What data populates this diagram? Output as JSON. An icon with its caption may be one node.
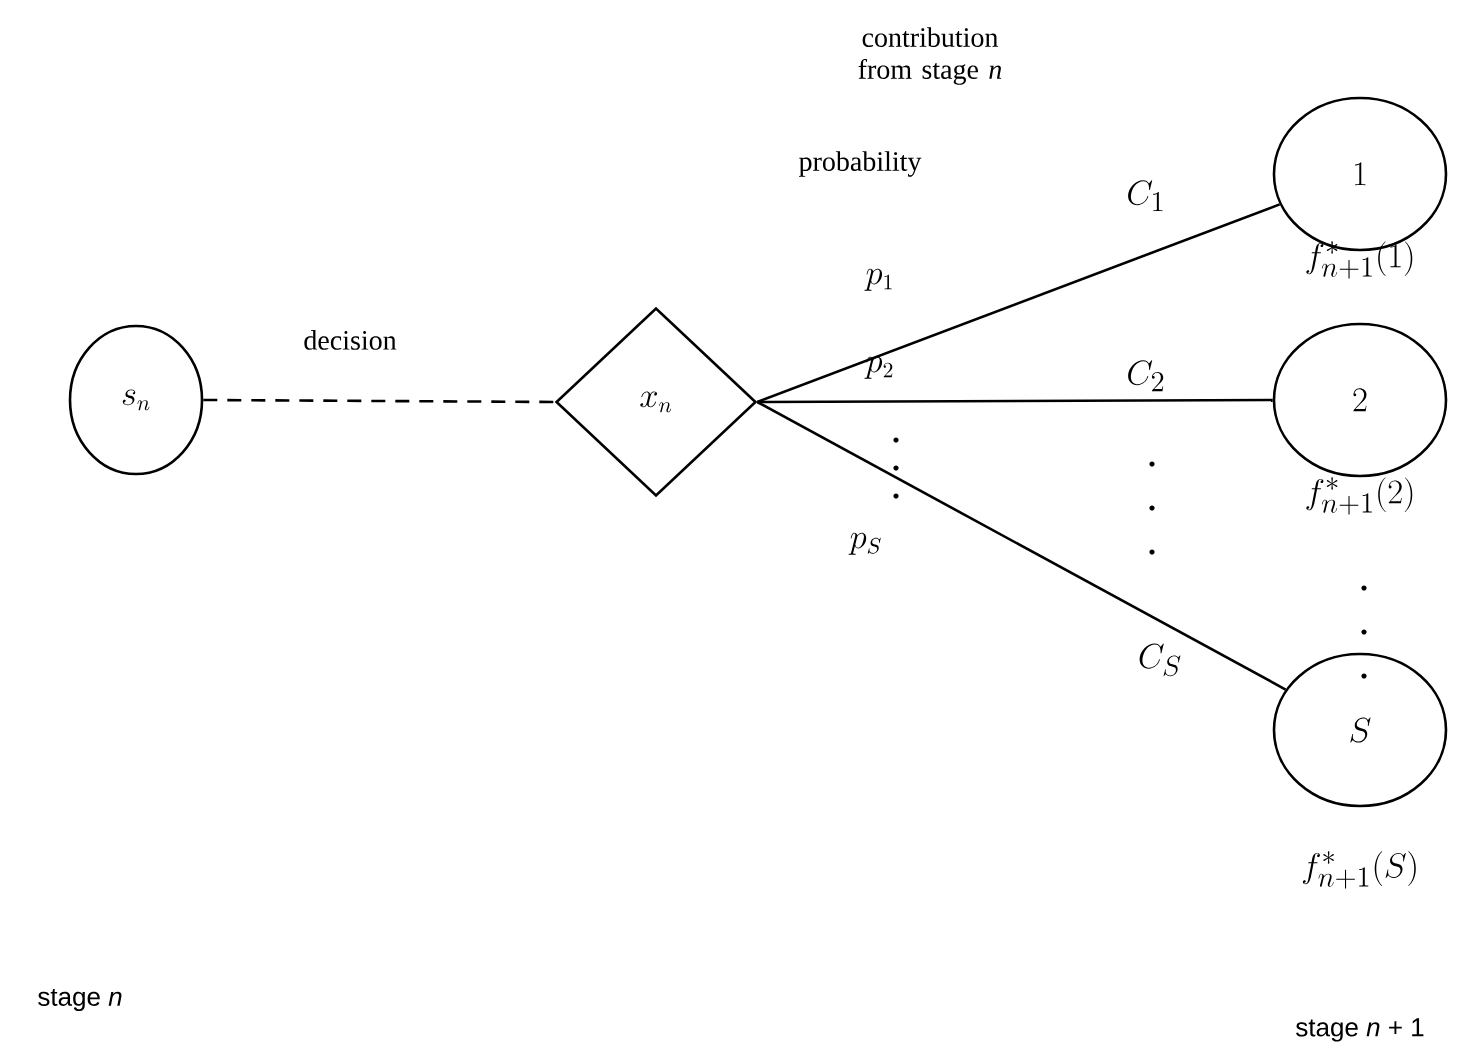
{
  "diagram": {
    "nodes": [
      {
        "text": [
          "s_n"
        ]
      },
      {
        "text": [
          "x_n"
        ]
      },
      {
        "text": [
          "1"
        ],
        "beside": [
          "f^*_{n+1}(1)"
        ]
      },
      {
        "text": [
          "2"
        ],
        "beside": [
          "f^*_{n+1}(2)"
        ]
      },
      {
        "text": [
          "S"
        ],
        "beside": [
          "f^*_{n+1}(S)"
        ]
      }
    ],
    "edges": [
      {
        "from": 0,
        "to": 1,
        "arrow": "none",
        "style": "dashed",
        "label": "decision"
      },
      {
        "from": 1,
        "to": 2,
        "arrow": "none",
        "label": "p_1"
      },
      {
        "from": 1,
        "to": 3,
        "arrow": "none",
        "label": "p_2"
      },
      {
        "from": 1,
        "to": 4,
        "arrow": "none",
        "label": "p_S"
      }
    ],
    "labels": [
      "contribution from stage *n*",
      "probability",
      "C_1",
      "C_2",
      "C_S",
      "stage *n*",
      "stage *n* + 1"
    ]
  }
}
